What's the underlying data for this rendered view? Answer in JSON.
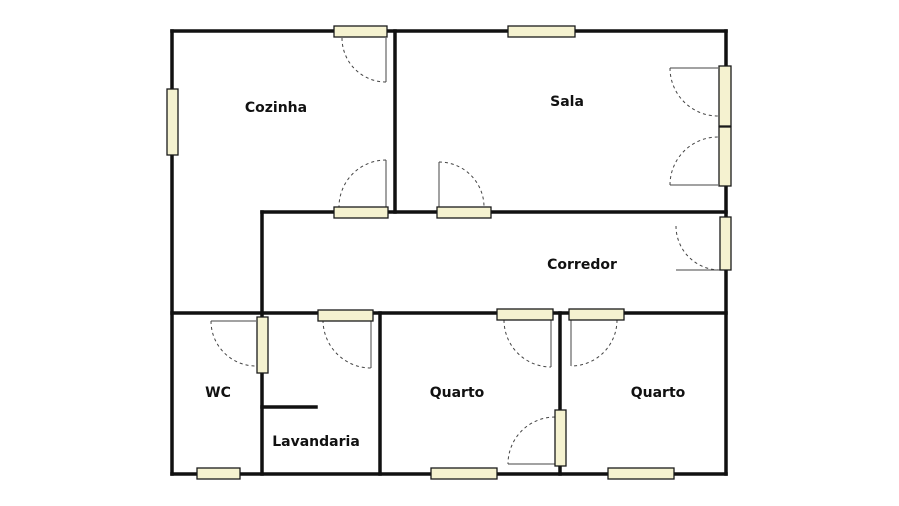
{
  "rooms": {
    "cozinha": "Cozinha",
    "sala": "Sala",
    "corredor": "Corredor",
    "wc": "WC",
    "lavandaria": "Lavandaria",
    "quarto_left": "Quarto",
    "quarto_right": "Quarto"
  },
  "colors": {
    "wall": "#111111",
    "window_fill": "#f5f2d0",
    "door_swing": "#444444"
  }
}
